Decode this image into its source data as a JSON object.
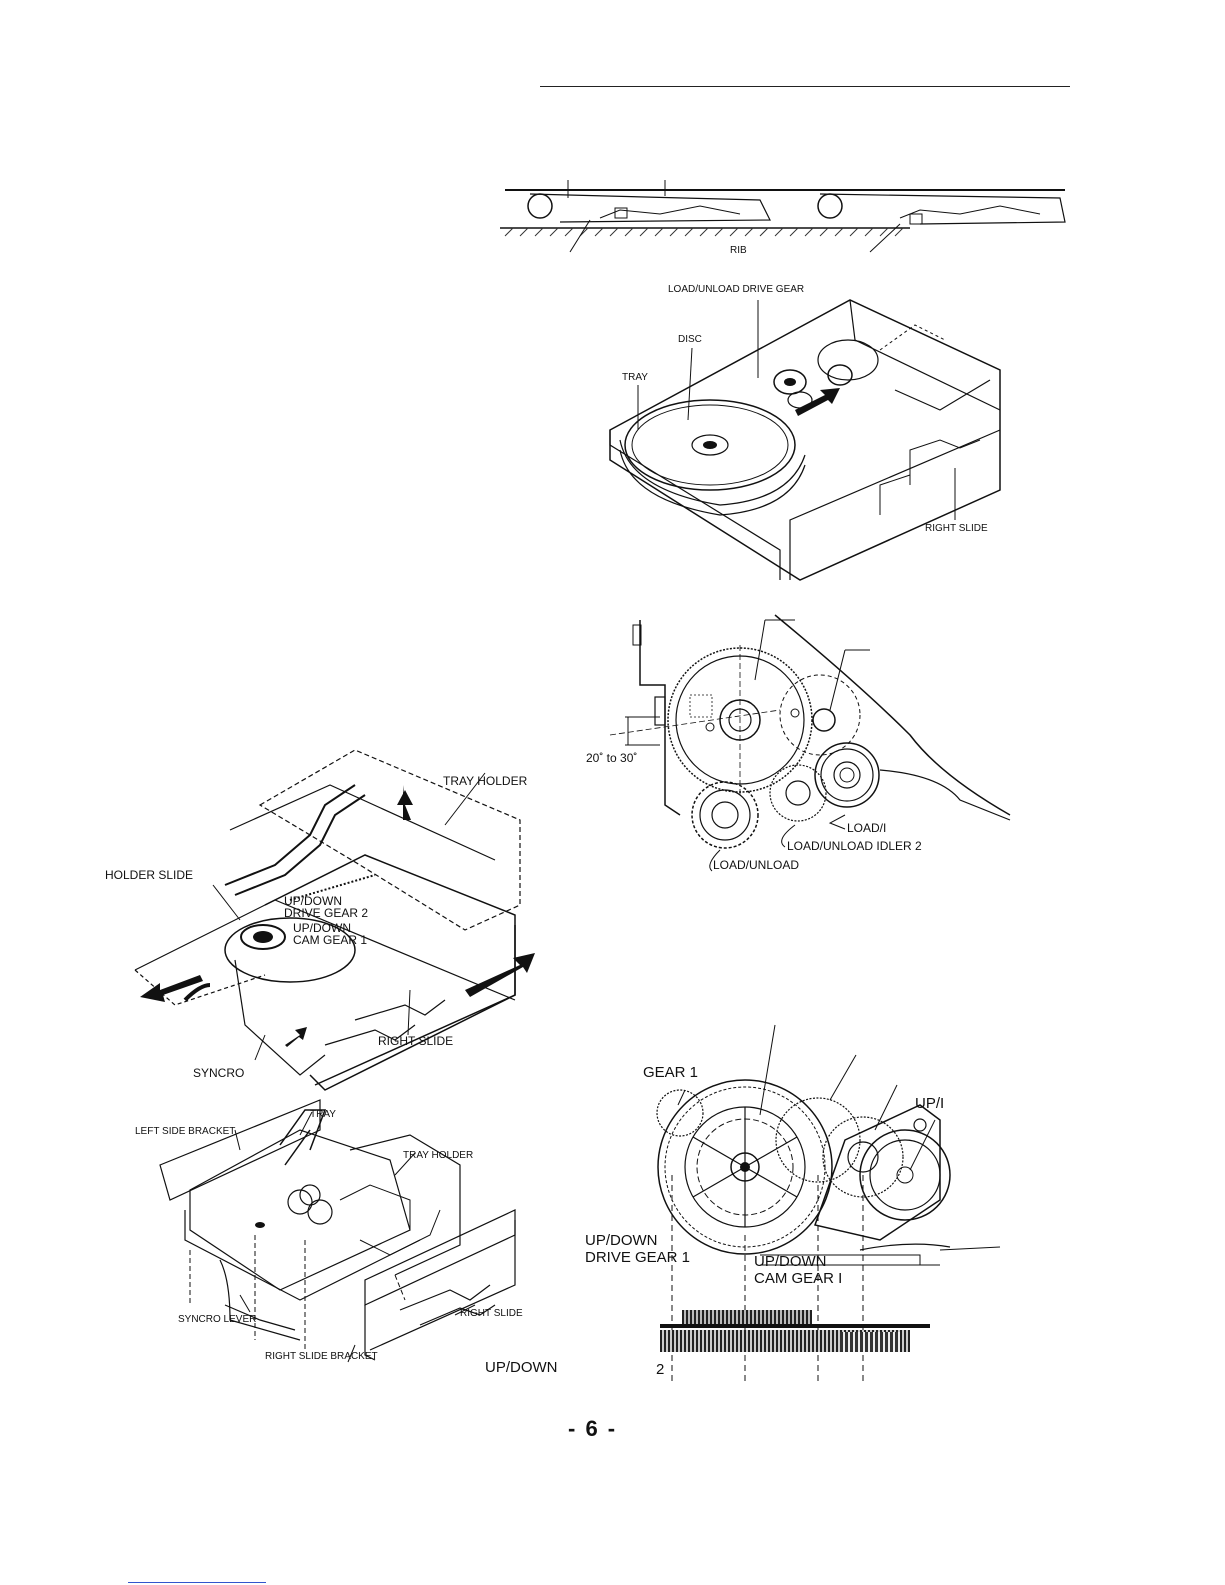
{
  "page_number": "- 6 -",
  "tray_section": {
    "labels": {
      "rib": "RIB"
    }
  },
  "loading_mechanism": {
    "labels": {
      "drive_gear": "LOAD/UNLOAD DRIVE GEAR",
      "disc": "DISC",
      "tray": "TRAY",
      "right_slide": "RIGHT SLIDE"
    }
  },
  "gear_detail": {
    "labels": {
      "angle": "20˚ to 30˚",
      "load_partial": "LOAD/I",
      "idler2": "LOAD/UNLOAD IDLER 2",
      "load_unload": "LOAD/UNLOAD"
    }
  },
  "tray_holder_view": {
    "labels": {
      "tray_holder": "TRAY HOLDER",
      "holder_slide": "HOLDER SLIDE",
      "updown_drive_gear2": "UP/DOWN\nDRIVE GEAR 2",
      "updown_cam_gear1": "UP/DOWN\nCAM GEAR 1",
      "right_slide": "RIGHT SLIDE",
      "syncro": "SYNCRO"
    }
  },
  "exploded_view": {
    "labels": {
      "left_side_bracket": "LEFT SIDE BRACKET",
      "tray": "TRAY",
      "tray_holder": "TRAY HOLDER",
      "syncro_lever": "SYNCRO LEVER",
      "right_slide": "RIGHT SLIDE",
      "right_slide_bracket": "RIGHT SLIDE BRACKET",
      "updown": "UP/DOWN"
    }
  },
  "updown_gear_view": {
    "labels": {
      "gear1": "GEAR 1",
      "updown_partial": "UP/I",
      "updown_drive_gear1_a": "UP/DOWN",
      "updown_drive_gear1_b": "DRIVE GEAR 1",
      "updown_cam_gear_a": "UP/DOWN",
      "updown_cam_gear_b": "CAM GEAR I",
      "num2": "2"
    }
  }
}
